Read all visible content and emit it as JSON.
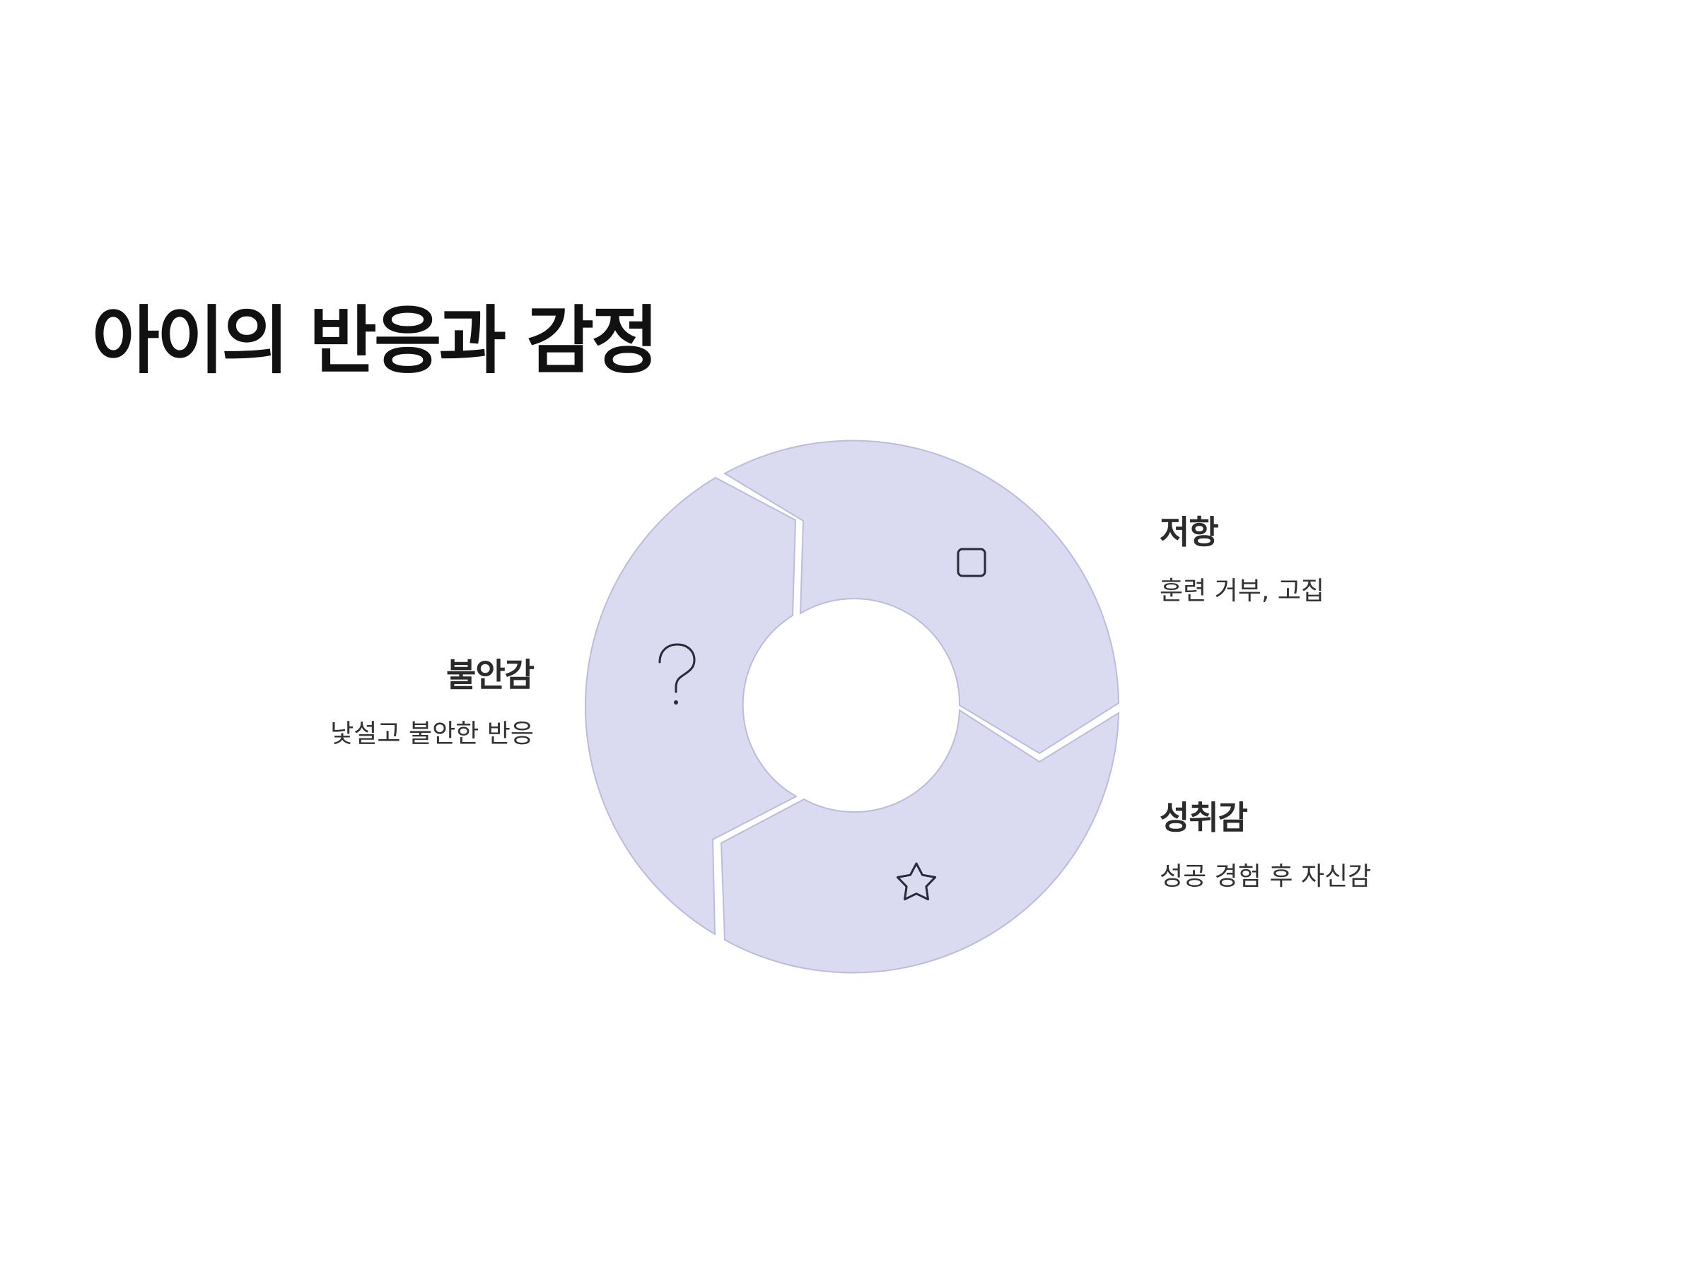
{
  "title": "아이의 반응과 감정",
  "cycle": {
    "segment_color": "#dadaf0",
    "segment_stroke": "#bcbcdc",
    "icon_color": "#2a2a3a",
    "stages": [
      {
        "id": "anxiety",
        "heading": "불안감",
        "description": "낯설고 불안한 반응",
        "icon": "question-mark-icon"
      },
      {
        "id": "resistance",
        "heading": "저항",
        "description": "훈련 거부, 고집",
        "icon": "square-icon"
      },
      {
        "id": "achievement",
        "heading": "성취감",
        "description": "성공 경험 후 자신감",
        "icon": "star-icon"
      }
    ]
  }
}
